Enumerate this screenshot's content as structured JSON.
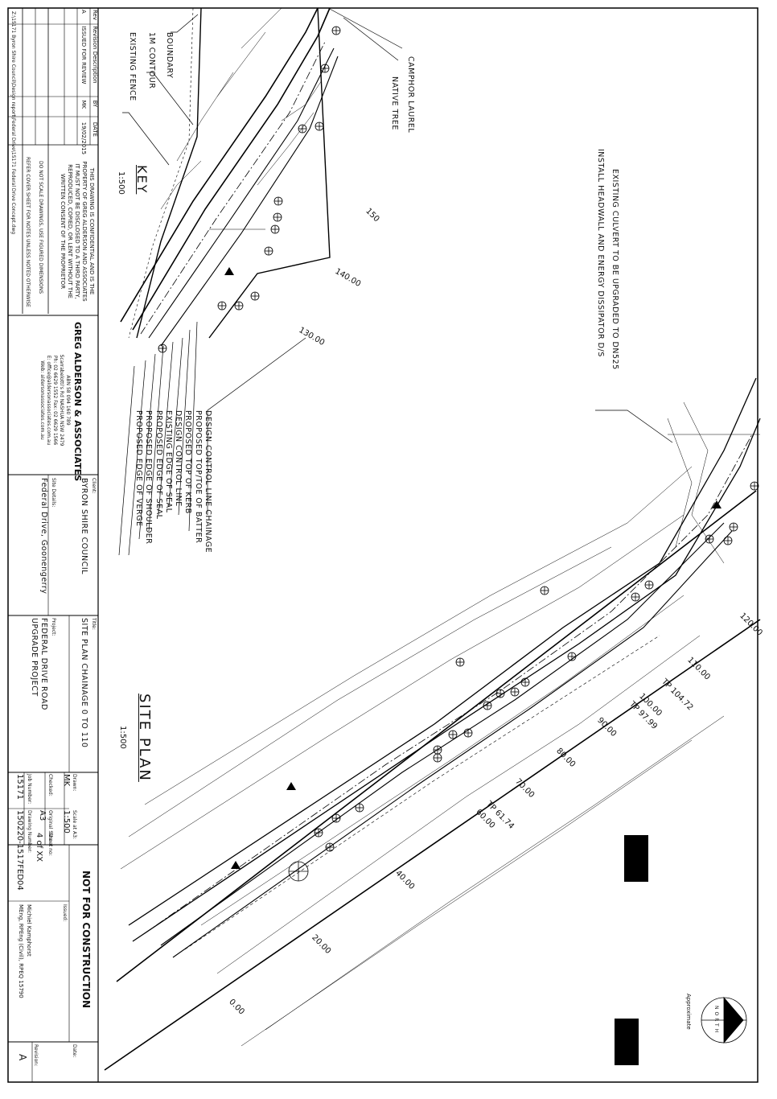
{
  "revision_table": {
    "headers": [
      "Rev",
      "Revision Description",
      "BY",
      "DATE"
    ],
    "rows": [
      [
        "A",
        "ISSUED FOR REVIEW",
        "MK",
        "19/02/2015"
      ]
    ]
  },
  "file_path": "Z:\\15171 Byron Shire Council\\Design report\\Federal Drive\\15171 Federal Drive Concept.dwg",
  "confidential_note": [
    "THIS DRAWING IS CONFIDENTIAL AND IS THE",
    "PROPERTY OF GREG ALDERSON AND ASSOCIATES",
    "IT MUST NOT BE DISCLOSED TO A THIRD PARTY,",
    "REPRODUCED, COPIED, OR LENT WITHOUT THE",
    "WRITTEN CONSENT OF THE PROPRIETOR"
  ],
  "scale_note": "DO NOT SCALE DRAWINGS, USE FIGURED DIMENSIONS",
  "cover_note": "REFER COVER SHEET FOR NOTES UNLESS NOTED OTHERWISE",
  "company": {
    "name": "GREG ALDERSON & ASSOCIATES",
    "abn": "ABN 58 094 160 789",
    "address": "Scarrabelotti's Rd NASHUA NSW 2479",
    "phone": "Ph: 02 6629 1552  Fax: 02 6629 1566",
    "email": "E: office@aldersonassociates.com.au",
    "web": "Web: aldersonassociates.com.au"
  },
  "client": {
    "label": "Client:",
    "value": "BYRON SHIRE COUNCIL"
  },
  "site": {
    "label": "Site Details:",
    "value": "Federal Drive, Goonengerry"
  },
  "title": {
    "label": "Title:",
    "value": "SITE PLAN CHAINAGE 0 TO 110"
  },
  "project": {
    "label": "Project:",
    "line1": "FEDERAL DRIVE ROAD",
    "line2": "UPGRADE PROJECT"
  },
  "drawn": {
    "label": "Drawn:",
    "value": "MK"
  },
  "checked": {
    "label": "Checked:",
    "value": ""
  },
  "job_number": {
    "label": "Job Number:",
    "value": "15171"
  },
  "scale_a3": {
    "label": "Scale at A3:",
    "value": "1:500"
  },
  "original_size": {
    "label": "Original Size:",
    "value": "A3"
  },
  "sheet_no": {
    "label": "Sheet no:",
    "value": "4 of XX"
  },
  "drawing_number": {
    "label": "Drawing Number:",
    "value": "150220-1517FED04"
  },
  "status": "NOT FOR CONSTRUCTION",
  "issued_label": "Issued:",
  "engineer": [
    "Michiel Kamphorst",
    "MEng, RPEng (Civil), RPEQ 15790"
  ],
  "date_label": "Date:",
  "revision_label": "Revision:",
  "revision_value": "A",
  "labels": {
    "boundary": "BOUNDARY",
    "contour": "1M CONTOUR",
    "fence": "EXISTING FENCE",
    "camphor": "CAMPHOR LAUREL",
    "native": "NATIVE TREE",
    "culvert1": "EXISTING CULVERT TO BE UPGRADED TO DN525",
    "culvert2": "INSTALL HEADWALL AND ENERGY DISSIPATOR D/S"
  },
  "key": {
    "title": "KEY",
    "scale": "1:500"
  },
  "legend": [
    "DESIGN CONTROL LINE CHAINAGE",
    "PROPOSED TOP/TOE OF BATTER",
    "PROPOSED TOP OF KERB",
    "DESIGN CONTROL LINE",
    "EXISTING EDGE OF SEAL",
    "PROPOSED EDGE OF SEAL",
    "PROPOSED EDGE OF SHOULDER",
    "PROPOSED EDGE OF VERGE"
  ],
  "site_plan": {
    "title": "SITE PLAN",
    "scale": "1:500"
  },
  "contour_labels": [
    "150",
    "140.00",
    "130.00"
  ],
  "chainages": [
    "120.00",
    "110.00",
    "TP 104.72",
    "100.00",
    "TP 97.99",
    "90.00",
    "80.00",
    "70.00",
    "TP 61.74",
    "60.00",
    "40.00",
    "20.00",
    "0.00"
  ],
  "north": {
    "letters": "NORTH",
    "text": "Approximate"
  }
}
